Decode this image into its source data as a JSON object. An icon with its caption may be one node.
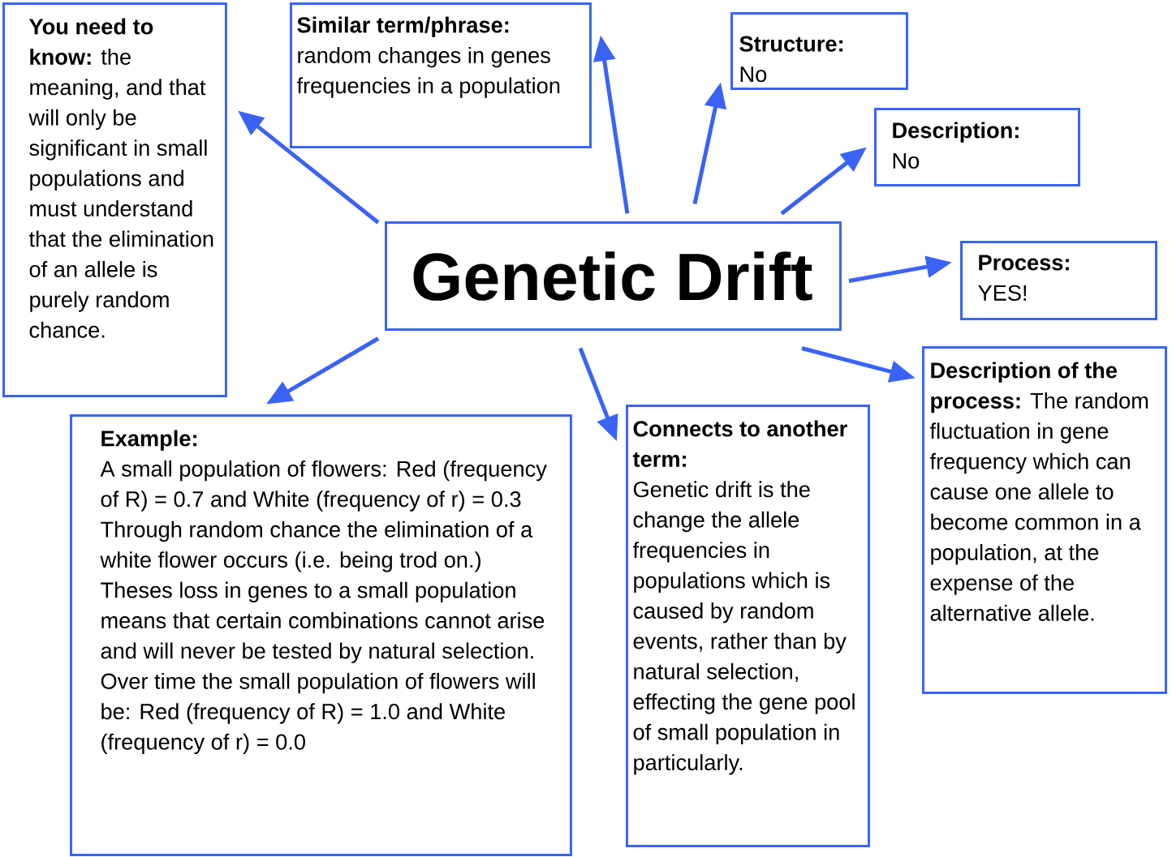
{
  "diagram": {
    "nodes": [
      {
        "text": [
          "Genetic Drift"
        ]
      },
      {
        "text": [
          "You need to know:",
          "the meaning, and that will only be significant in small populations and must understand that the elimination of an allele is purely random chance."
        ]
      },
      {
        "text": [
          "Similar term/phrase:",
          "random changes in genes frequencies in a population"
        ]
      },
      {
        "text": [
          "Structure:",
          "No"
        ]
      },
      {
        "text": [
          "Description:",
          "No"
        ]
      },
      {
        "text": [
          "Process:",
          "YES!"
        ]
      },
      {
        "text": [
          "Description of the process:",
          "The random fluctuation in gene frequency which can cause one allele to become common in a population, at the expense of the alternative allele."
        ]
      },
      {
        "text": [
          "Connects to another term:",
          "Genetic drift is the change the allele frequencies in populations which is caused by random events, rather than by natural selection, effecting the gene pool of small population in particularly."
        ]
      },
      {
        "text": [
          "Example:",
          "A small population of flowers: Red (frequency of R) = 0.7 and White (frequency of r) = 0.3",
          "Through random chance the elimination of a white flower occurs (i.e. being trod on.)",
          "Theses loss in genes to a small population means that certain combinations cannot arise and will never be tested by natural selection.",
          "Over time the small population of flowers will be:  Red (frequency of R) = 1.0 and White (frequency of r) = 0.0"
        ]
      }
    ],
    "edges": [
      {
        "from": 0,
        "to": 1,
        "arrow": "to"
      },
      {
        "from": 0,
        "to": 2,
        "arrow": "to"
      },
      {
        "from": 0,
        "to": 3,
        "arrow": "to"
      },
      {
        "from": 0,
        "to": 4,
        "arrow": "to"
      },
      {
        "from": 0,
        "to": 5,
        "arrow": "to"
      },
      {
        "from": 0,
        "to": 6,
        "arrow": "to"
      },
      {
        "from": 0,
        "to": 7,
        "arrow": "to"
      },
      {
        "from": 0,
        "to": 8,
        "arrow": "to"
      }
    ]
  }
}
